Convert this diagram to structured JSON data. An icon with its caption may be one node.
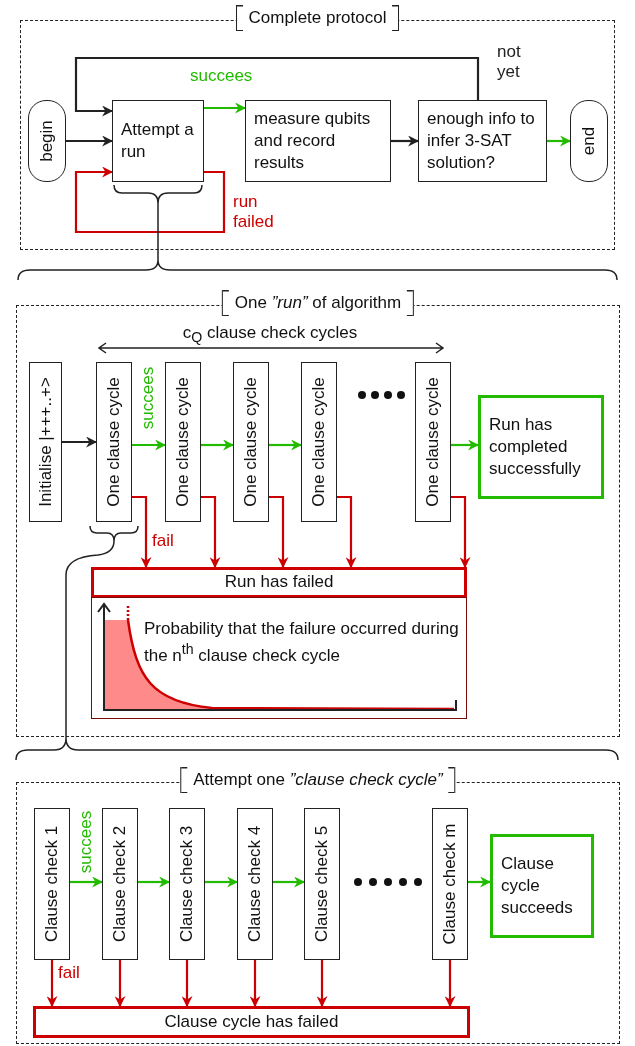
{
  "diagram": {
    "nodes": [
      {
        "text": [
          "Complete protocol"
        ]
      },
      {
        "text": [
          "begin"
        ],
        "in": 0
      },
      {
        "text": [
          "Attempt a run"
        ],
        "in": 0
      },
      {
        "text": [
          "measure qubits and record results"
        ],
        "in": 0
      },
      {
        "text": [
          "enough info to infer 3-SAT solution?"
        ],
        "in": 0
      },
      {
        "text": [
          "end"
        ],
        "in": 0
      },
      {
        "text": [
          "One *”run”* of algorithm"
        ]
      },
      {
        "text": [
          "Initialise |+++..+>"
        ],
        "in": 6
      },
      {
        "text": [
          "One clause cycle"
        ],
        "in": 6
      },
      {
        "text": [
          "One clause cycle"
        ],
        "in": 6
      },
      {
        "text": [
          "One clause cycle"
        ],
        "in": 6
      },
      {
        "text": [
          "One clause cycle"
        ],
        "in": 6
      },
      {
        "text": [
          "One clause cycle"
        ],
        "in": 6
      },
      {
        "text": [
          "Run has completed successfully"
        ],
        "in": 6
      },
      {
        "text": [
          "Run has failed"
        ],
        "in": 6
      },
      {
        "text": [
          "Probability that the failure occurred during the n$^{th}$ clause check cycle"
        ],
        "in": 6
      },
      {
        "text": [
          "Attempt one *”clause check cycle”*"
        ]
      },
      {
        "text": [
          "Clause check 1"
        ],
        "in": 16
      },
      {
        "text": [
          "Clause check 2"
        ],
        "in": 16
      },
      {
        "text": [
          "Clause check 3"
        ],
        "in": 16
      },
      {
        "text": [
          "Clause check 4"
        ],
        "in": 16
      },
      {
        "text": [
          "Clause check 5"
        ],
        "in": 16
      },
      {
        "text": [
          "Clause check m"
        ],
        "in": 16
      },
      {
        "text": [
          "Clause cycle succeeds"
        ],
        "in": 16
      },
      {
        "text": [
          "Clause cycle has failed"
        ],
        "in": 16
      }
    ],
    "edges": [
      {
        "from": 1,
        "to": 2,
        "arrow": "to",
        "color": "#222222"
      },
      {
        "from": 2,
        "to": 3,
        "arrow": "to",
        "label": "succees",
        "color": "#22bb00"
      },
      {
        "from": 3,
        "to": 4,
        "arrow": "to",
        "color": "#222222"
      },
      {
        "from": 4,
        "to": 5,
        "arrow": "to",
        "color": "#22bb00"
      },
      {
        "from": 4,
        "to": 2,
        "arrow": "to",
        "label": "not yet",
        "color": "#222222"
      },
      {
        "from": 2,
        "to": 2,
        "arrow": "to",
        "label": "run failed"
      },
      {
        "from": 7,
        "to": 8,
        "arrow": "to",
        "color": "#222222"
      },
      {
        "from": 8,
        "to": 9,
        "arrow": "to",
        "label": "succees",
        "color": "#22bb00"
      },
      {
        "from": 9,
        "to": 10,
        "arrow": "to",
        "color": "#22bb00"
      },
      {
        "from": 10,
        "to": 11,
        "arrow": "to",
        "color": "#22bb00"
      },
      {
        "from": 12,
        "to": 13,
        "arrow": "to",
        "color": "#22bb00"
      },
      {
        "from": 8,
        "to": 14,
        "arrow": "to",
        "label": "fail"
      },
      {
        "from": 9,
        "to": 14,
        "arrow": "to"
      },
      {
        "from": 10,
        "to": 14,
        "arrow": "to"
      },
      {
        "from": 11,
        "to": 14,
        "arrow": "to"
      },
      {
        "from": 12,
        "to": 14,
        "arrow": "to"
      },
      {
        "from": 17,
        "to": 18,
        "arrow": "to",
        "label": "succees",
        "color": "#22bb00"
      },
      {
        "from": 18,
        "to": 19,
        "arrow": "to",
        "color": "#22bb00"
      },
      {
        "from": 19,
        "to": 20,
        "arrow": "to",
        "color": "#22bb00"
      },
      {
        "from": 20,
        "to": 21,
        "arrow": "to",
        "color": "#22bb00"
      },
      {
        "from": 22,
        "to": 23,
        "arrow": "to",
        "color": "#22bb00"
      },
      {
        "from": 17,
        "to": 24,
        "arrow": "to",
        "label": "fail"
      },
      {
        "from": 18,
        "to": 24,
        "arrow": "to"
      },
      {
        "from": 19,
        "to": 24,
        "arrow": "to"
      },
      {
        "from": 20,
        "to": 24,
        "arrow": "to"
      },
      {
        "from": 21,
        "to": 24,
        "arrow": "to"
      },
      {
        "from": 22,
        "to": 24,
        "arrow": "to"
      }
    ],
    "labels": [
      "c$_{Q}$ clause check cycles"
    ]
  }
}
